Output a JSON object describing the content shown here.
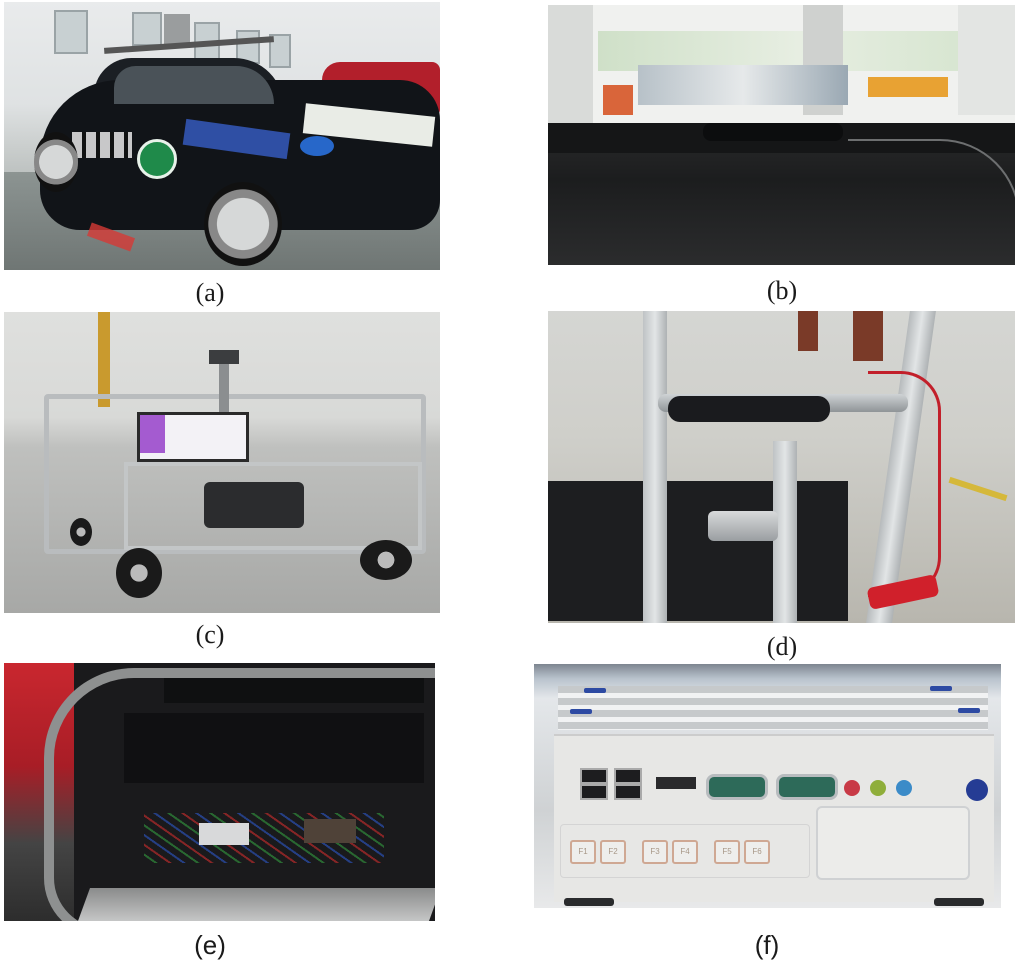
{
  "figure": {
    "panels": [
      {
        "id": "a",
        "label": "(a)",
        "subject": "autonomous test vehicle (black SUV with roof-mounted sensor rack and stickers)"
      },
      {
        "id": "b",
        "label": "(b)",
        "subject": "camera mounted on car dashboard behind windshield"
      },
      {
        "id": "c",
        "label": "(c)",
        "subject": "wheeled robot cart with aluminum frame, monitor and sensor mast"
      },
      {
        "id": "d",
        "label": "(d)",
        "subject": "stereo/depth cameras mounted on aluminum frame with red power cables"
      },
      {
        "id": "e",
        "label": "(e)",
        "subject": "open car trunk with computing hardware and wiring"
      },
      {
        "id": "f",
        "label": "(f)",
        "subject": "industrial fanless PC front panel"
      }
    ],
    "pc_function_keys": [
      "F1",
      "F2",
      "F3",
      "F4",
      "F5",
      "F6"
    ],
    "colors": {
      "background": "#ffffff",
      "caption_text": "#1a1a1a",
      "car_body": "#111418",
      "red_cable": "#c21f2a",
      "pc_power_button": "#253c94",
      "serial_port": "#2d6a59"
    }
  }
}
